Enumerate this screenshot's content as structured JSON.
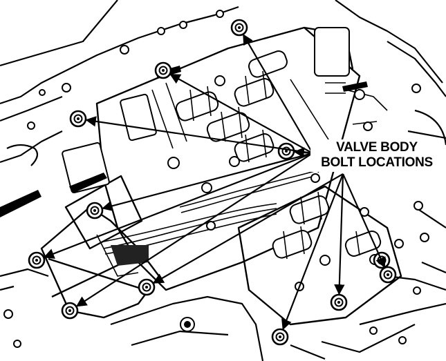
{
  "callout": {
    "line1": "VALVE BODY",
    "line2": "BOLT LOCATIONS"
  },
  "bolts": [
    {
      "id": "bolt-1"
    },
    {
      "id": "bolt-2"
    },
    {
      "id": "bolt-3"
    },
    {
      "id": "bolt-4"
    },
    {
      "id": "bolt-5"
    },
    {
      "id": "bolt-6"
    },
    {
      "id": "bolt-7"
    },
    {
      "id": "bolt-8"
    },
    {
      "id": "bolt-9"
    },
    {
      "id": "bolt-10"
    },
    {
      "id": "bolt-11"
    },
    {
      "id": "bolt-12"
    }
  ],
  "colors": {
    "ink": "#000000",
    "paper": "#ffffff"
  }
}
